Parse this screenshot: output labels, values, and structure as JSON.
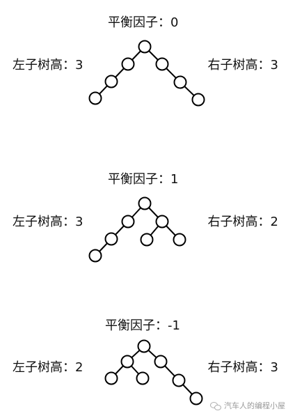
{
  "diagrams": [
    {
      "title": "平衡因子：0",
      "left_label": "左子树高：3",
      "right_label": "右子树高：3"
    },
    {
      "title": "平衡因子：1",
      "left_label": "左子树高：3",
      "right_label": "右子树高：2"
    },
    {
      "title": "平衡因子：-1",
      "left_label": "左子树高：2",
      "right_label": "右子树高：3"
    }
  ],
  "watermark": {
    "text": "汽车人的编程小屋",
    "icon": "wechat-icon"
  },
  "colors": {
    "stroke": "#000000",
    "text": "#111111",
    "watermark": "#9a9a9a"
  }
}
